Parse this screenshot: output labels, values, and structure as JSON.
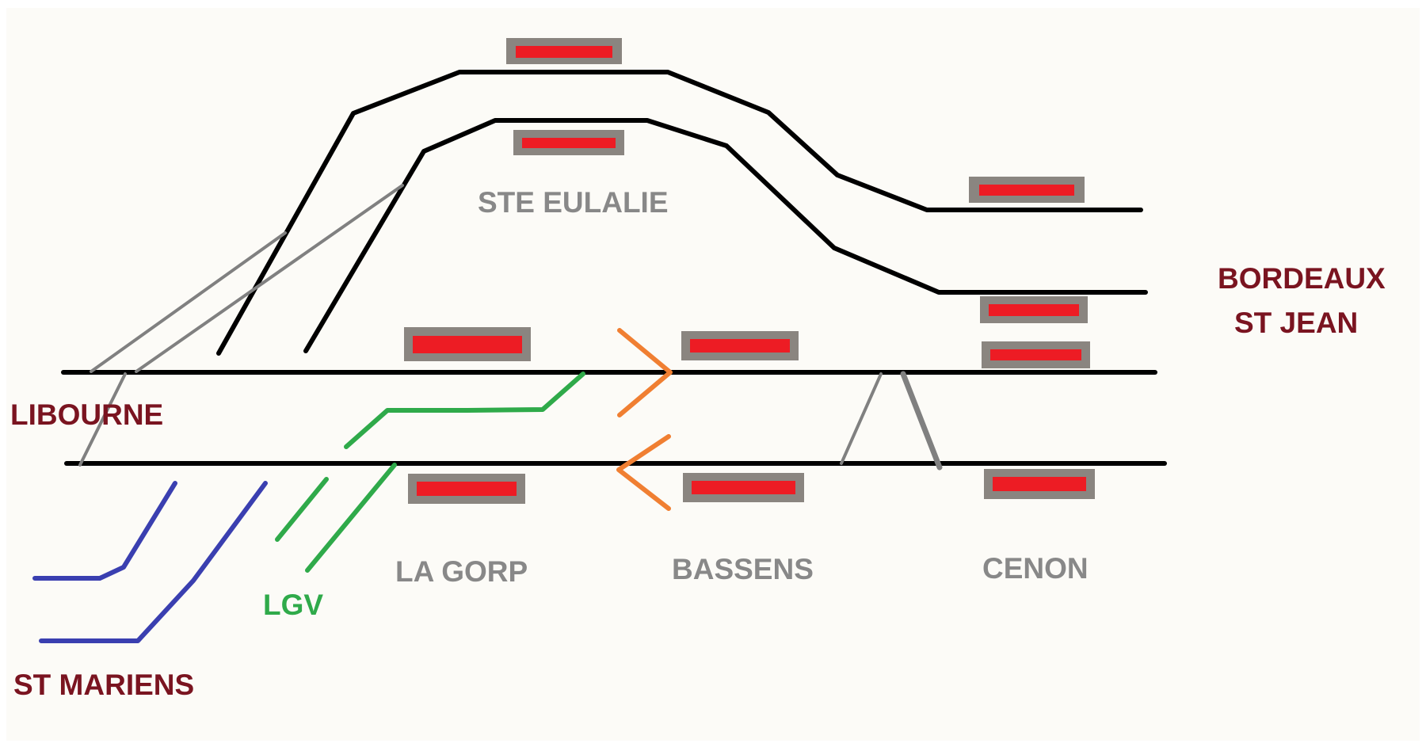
{
  "labels": {
    "ste_eulalie": "STE EULALIE",
    "bordeaux_line1": "BORDEAUX",
    "bordeaux_line2": "ST JEAN",
    "libourne": "LIBOURNE",
    "la_gorp": "LA GORP",
    "bassens": "BASSENS",
    "cenon": "CENON",
    "lgv": "LGV",
    "st_mariens": "ST MARIENS"
  },
  "colors": {
    "background": "#fcfbf7",
    "track": "#000000",
    "crossover": "#808080",
    "platform_frame": "#8a8580",
    "platform_fill": "#ed1c24",
    "lgv": "#2faa4a",
    "st_mariens_line": "#3a3fb0",
    "direction_chevron": "#f07f32",
    "station_label": "#888888",
    "terminus_label": "#7a1420"
  }
}
